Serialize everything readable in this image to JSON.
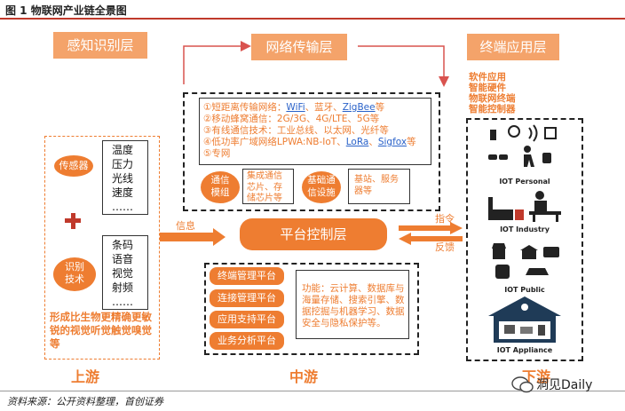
{
  "figure": {
    "title": "图 1 物联网产业链全景图",
    "source": "资料来源：公开资料整理，首创证券"
  },
  "layers": {
    "perception": "感知识别层",
    "network": "网络传输层",
    "terminal": "终端应用层",
    "platform": "平台控制层"
  },
  "perception": {
    "sensor_label": "传感器",
    "sensor_items": [
      "温度",
      "压力",
      "光线",
      "速度",
      "……"
    ],
    "recog_label": "识别\n技术",
    "recog_items": [
      "条码",
      "语音",
      "视觉",
      "射频",
      "……"
    ],
    "summary": "形成比生物更精确更敏锐的视觉听觉触觉嗅觉等"
  },
  "network": {
    "lines": [
      [
        "①短距离传输网络：",
        "WiFi",
        "、蓝牙、",
        "ZigBee",
        "等"
      ],
      [
        "②移动蜂窝通信：2G/3G、4G/LTE、5G等"
      ],
      [
        "③有线通信技术：工业总线、以太网、光纤等"
      ],
      [
        "④低功率广域网络LPWA:NB-IoT、",
        "LoRa",
        "、",
        "Sigfox",
        "等"
      ],
      [
        "⑤专网"
      ]
    ],
    "module_label": "通信\n模组",
    "module_desc": "集成通信\n芯片、存\n储芯片等",
    "infra_label": "基础通\n信设施",
    "infra_desc": "基站、服务\n器等"
  },
  "terminal": {
    "apps": [
      "软件应用",
      "智能硬件",
      "物联网终端",
      "智能控制器"
    ],
    "categories": [
      "IOT Personal",
      "IOT Industry",
      "IOT Public",
      "IOT Appliance"
    ]
  },
  "arrows": {
    "info": "信息",
    "command": "指令",
    "feedback": "反馈"
  },
  "platform": {
    "managers": [
      "终端管理平台",
      "连接管理平台",
      "应用支持平台",
      "业务分析平台"
    ],
    "functions": "功能：云计算、数据库与海量存储、搜索引擎、数据挖掘与机器学习、数据安全与隐私保护等。"
  },
  "stream": {
    "upstream": "上游",
    "midstream": "中游",
    "downstream": "下游"
  },
  "watermark": "洞见Daily",
  "colors": {
    "orange": "#ee7d31",
    "light_orange": "#f4a36a",
    "red_arrow": "#d9534f",
    "blue_link": "#2a62c9"
  }
}
